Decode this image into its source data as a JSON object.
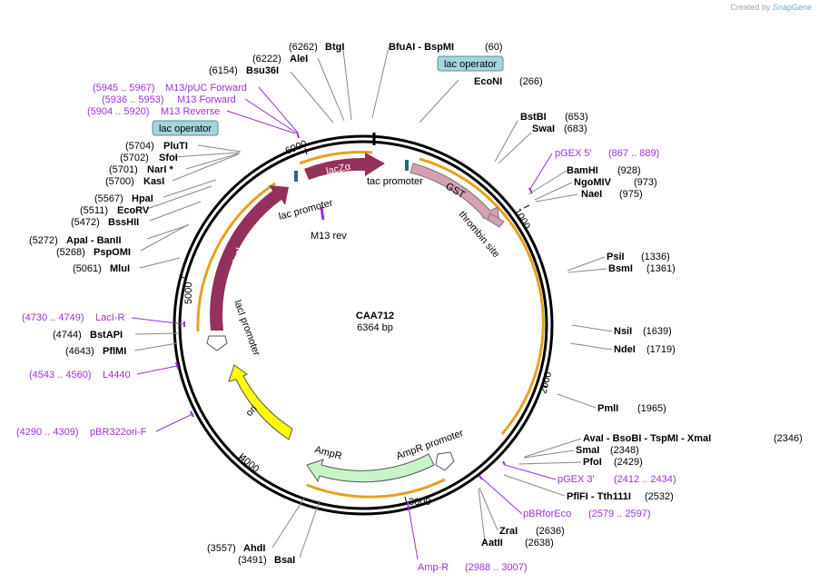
{
  "credit": {
    "prefix": "Created by",
    "brand": "SnapGene"
  },
  "plasmid": {
    "name": "CAA712",
    "size": "6364 bp"
  },
  "ticks": [
    "1000",
    "2000",
    "3000",
    "4000",
    "5000",
    "6000"
  ],
  "sites": [
    {
      "pos": "(6262)",
      "name": "BtgI"
    },
    {
      "pos": "(6222)",
      "name": "AleI"
    },
    {
      "pos": "(6154)",
      "name": "Bsu36I"
    },
    {
      "pos": "(60)",
      "name": "BfuAI - BspMI"
    },
    {
      "pos": "(266)",
      "name": "EcoNI"
    },
    {
      "pos": "(653)",
      "name": "BstBI"
    },
    {
      "pos": "(683)",
      "name": "SwaI"
    },
    {
      "pos": "(928)",
      "name": "BamHI"
    },
    {
      "pos": "(973)",
      "name": "NgoMIV"
    },
    {
      "pos": "(975)",
      "name": "NaeI"
    },
    {
      "pos": "(1336)",
      "name": "PsiI"
    },
    {
      "pos": "(1361)",
      "name": "BsmI"
    },
    {
      "pos": "(1639)",
      "name": "NsiI"
    },
    {
      "pos": "(1719)",
      "name": "NdeI"
    },
    {
      "pos": "(1965)",
      "name": "PmlI"
    },
    {
      "pos": "(2346)",
      "name": "AvaI - BsoBI - TspMI - XmaI"
    },
    {
      "pos": "(2348)",
      "name": "SmaI"
    },
    {
      "pos": "(2429)",
      "name": "PfoI"
    },
    {
      "pos": "(2532)",
      "name": "PflFI - Tth111I"
    },
    {
      "pos": "(2636)",
      "name": "ZraI"
    },
    {
      "pos": "(2638)",
      "name": "AatII"
    },
    {
      "pos": "(3557)",
      "name": "AhdI"
    },
    {
      "pos": "(3491)",
      "name": "BsaI"
    },
    {
      "pos": "(5061)",
      "name": "MluI"
    },
    {
      "pos": "(5272)",
      "name": "ApaI - BanII"
    },
    {
      "pos": "(5268)",
      "name": "PspOMI"
    },
    {
      "pos": "(5472)",
      "name": "BssHII"
    },
    {
      "pos": "(5511)",
      "name": "EcoRV"
    },
    {
      "pos": "(5567)",
      "name": "HpaI"
    },
    {
      "pos": "(5700)",
      "name": "KasI"
    },
    {
      "pos": "(5701)",
      "name": "NarI *"
    },
    {
      "pos": "(5702)",
      "name": "SfoI"
    },
    {
      "pos": "(5704)",
      "name": "PluTI"
    },
    {
      "pos": "(4744)",
      "name": "BstAPI"
    },
    {
      "pos": "(4643)",
      "name": "PflMI"
    }
  ],
  "primers": [
    {
      "range": "(5945 .. 5967)",
      "name": "M13/pUC Forward"
    },
    {
      "range": "(5936 .. 5953)",
      "name": "M13 Forward"
    },
    {
      "range": "(5904 .. 5920)",
      "name": "M13 Reverse"
    },
    {
      "range": "(867 .. 889)",
      "name": "pGEX 5'"
    },
    {
      "range": "(2412 .. 2434)",
      "name": "pGEX 3'"
    },
    {
      "range": "(2579 .. 2597)",
      "name": "pBRforEco"
    },
    {
      "range": "(2988 .. 3007)",
      "name": "Amp-R"
    },
    {
      "range": "(4730 .. 4749)",
      "name": "LacI-R"
    },
    {
      "range": "(4543 .. 4560)",
      "name": "L4440"
    },
    {
      "range": "(4290 .. 4309)",
      "name": "pBR322ori-F"
    }
  ],
  "features": {
    "lac_operator": "lac operator",
    "lacZa": "lacZα",
    "lac_promoter": "lac promoter",
    "tac_promoter": "tac promoter",
    "gst": "GST",
    "thrombin_site": "thrombin site",
    "m13_rev": "M13 rev",
    "laci": "lacI",
    "laci_promoter": "lacI promoter",
    "ori": "ori",
    "ampr": "AmpR",
    "ampr_promoter": "AmpR promoter"
  },
  "colors": {
    "feature_dark": "#93305c",
    "gst": "#d4a0b4",
    "ori": "#ffff00",
    "ampr": "#c8f5c8",
    "orf": "#e8a020",
    "primer": "#9b30d9",
    "operator": "#a6d4dd"
  }
}
